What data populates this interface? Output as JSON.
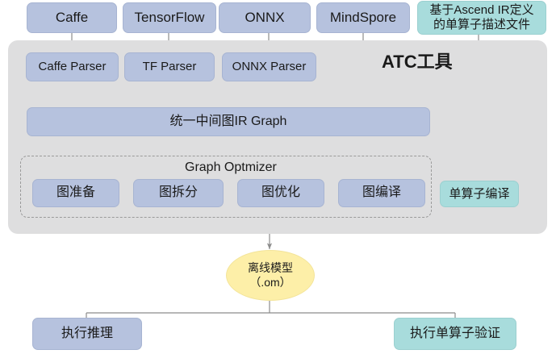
{
  "diagram": {
    "title_label": "ATC工具",
    "frameworks": [
      {
        "id": "caffe",
        "label": "Caffe",
        "color": "#b6c2de"
      },
      {
        "id": "tensorflow",
        "label": "TensorFlow",
        "color": "#b6c2de"
      },
      {
        "id": "onnx",
        "label": "ONNX",
        "color": "#b6c2de"
      },
      {
        "id": "mindspore",
        "label": "MindSpore",
        "color": "#b6c2de"
      },
      {
        "id": "ascend-ir-file",
        "label": "基于Ascend IR定义\n的单算子描述文件",
        "color": "#a8dcdc"
      }
    ],
    "parsers": [
      {
        "id": "caffe-parser",
        "label": "Caffe Parser",
        "color": "#b6c2de"
      },
      {
        "id": "tf-parser",
        "label": "TF Parser",
        "color": "#b6c2de"
      },
      {
        "id": "onnx-parser",
        "label": "ONNX Parser",
        "color": "#b6c2de"
      }
    ],
    "ir_graph": {
      "id": "ir-graph",
      "label": "统一中间图IR Graph",
      "color": "#b6c2de"
    },
    "graph_optimizer": {
      "group_label": "Graph Optmizer",
      "stages": [
        {
          "id": "graph-prepare",
          "label": "图准备",
          "color": "#b6c2de"
        },
        {
          "id": "graph-split",
          "label": "图拆分",
          "color": "#b6c2de"
        },
        {
          "id": "graph-optimize",
          "label": "图优化",
          "color": "#b6c2de"
        },
        {
          "id": "graph-compile",
          "label": "图编译",
          "color": "#b6c2de"
        }
      ]
    },
    "single_op_compile": {
      "id": "single-op-compile",
      "label": "单算子编译",
      "color": "#a8dcdc"
    },
    "offline_model": {
      "id": "offline-model",
      "line1": "离线模型",
      "line2": "（.om）",
      "color": "#fdefa8"
    },
    "outputs": [
      {
        "id": "run-inference",
        "label": "执行推理",
        "color": "#b6c2de"
      },
      {
        "id": "run-single-op-verify",
        "label": "执行单算子验证",
        "color": "#a8dcdc"
      }
    ],
    "colors": {
      "blue": "#b6c2de",
      "teal": "#a8dcdc",
      "yellow": "#fdefa8",
      "container_gray": "#dededf",
      "connector": "#8c8c8c",
      "background": "#ffffff"
    }
  }
}
